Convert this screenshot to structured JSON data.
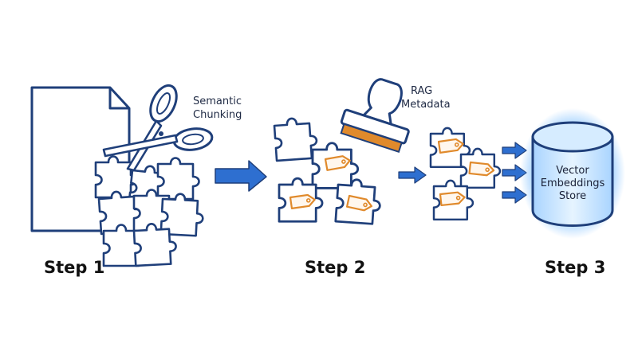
{
  "labels": {
    "chunking": [
      "Semantic",
      "Chunking"
    ],
    "metadata": [
      "RAG",
      "Metadata"
    ],
    "store": [
      "Vector",
      "Embeddings",
      "Store"
    ]
  },
  "steps": [
    "Step 1",
    "Step 2",
    "Step 3"
  ],
  "colors": {
    "ink": "#1f3f7a",
    "arrow": "#2e6fd0",
    "tag": "#e08a2c",
    "glow": "#5fb0ff",
    "cylinder": "#bfe0ff"
  },
  "icons": [
    "document-icon",
    "scissors-icon",
    "puzzle-piece-icon",
    "stamp-icon",
    "tag-icon",
    "arrow-right-icon",
    "database-cylinder-icon"
  ]
}
